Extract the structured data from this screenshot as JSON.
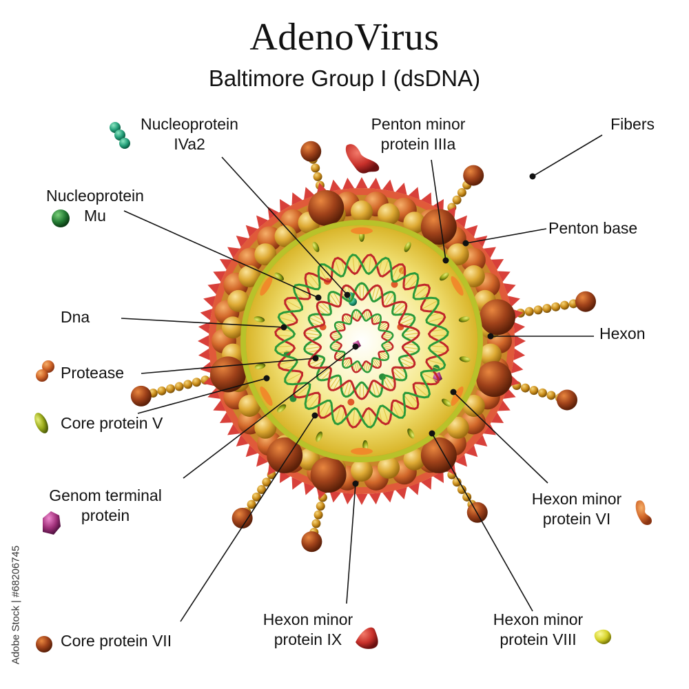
{
  "title": "AdenoVirus",
  "subtitle": "Baltimore Group I (dsDNA)",
  "labels": {
    "nucleoprotein_iva2": [
      "Nucleoprotein",
      "IVa2"
    ],
    "penton_minor_iiia": [
      "Penton minor",
      "protein IIIa"
    ],
    "fibers": [
      "Fibers"
    ],
    "nucleoprotein_mu": [
      "Nucleoprotein",
      "Mu"
    ],
    "penton_base": [
      "Penton base"
    ],
    "dna": [
      "Dna"
    ],
    "hexon": [
      "Hexon"
    ],
    "protease": [
      "Protease"
    ],
    "core_protein_v": [
      "Core protein V"
    ],
    "genom_terminal": [
      "Genom terminal",
      "protein"
    ],
    "hexon_minor_vi": [
      "Hexon minor",
      "protein VI"
    ],
    "core_protein_vii": [
      "Core protein VII"
    ],
    "hexon_minor_ix": [
      "Hexon minor",
      "protein IX"
    ],
    "hexon_minor_viii": [
      "Hexon minor",
      "protein VIII"
    ]
  },
  "watermark": "Adobe Stock | #68206745",
  "colors": {
    "capsid_brown": "#8a3a12",
    "capsid_orange": "#c8601e",
    "hexon_gold": "#d9a52a",
    "core_yellow": "#f6ee9a",
    "spike_red": "#d8403a",
    "dna_red": "#c0262a",
    "dna_green": "#2a9a3a",
    "fiber_gold": "#c9901c",
    "iva2_teal": "#2aa07a",
    "mu_green": "#2a7a3a",
    "genom_magenta": "#a0307a",
    "core_v_olive": "#9aaa1a"
  }
}
